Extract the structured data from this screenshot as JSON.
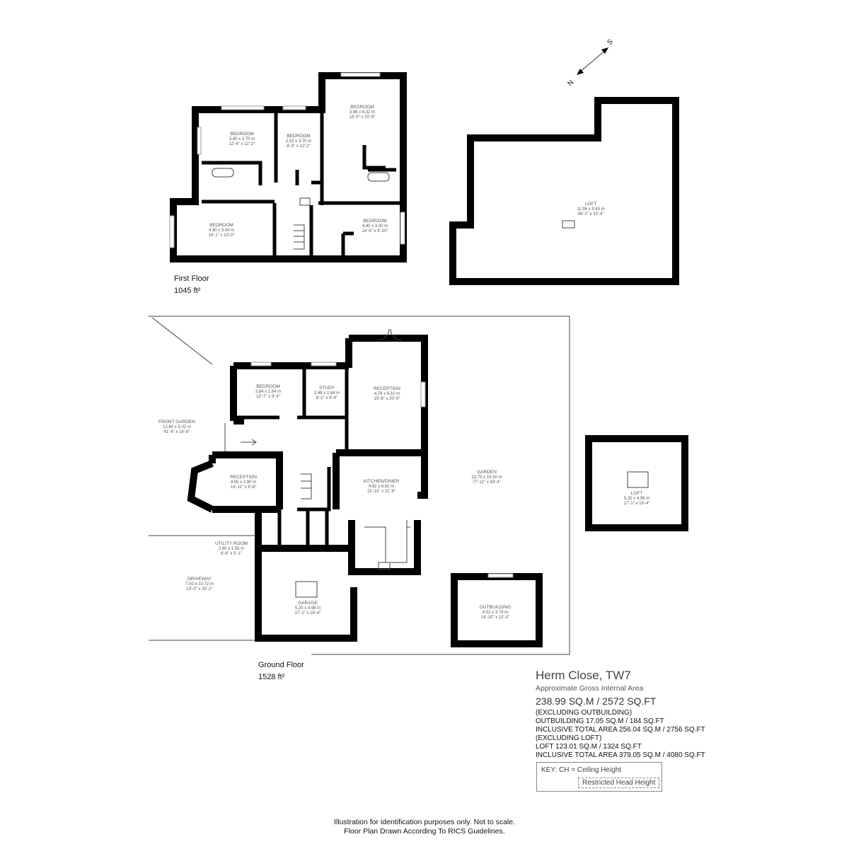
{
  "compass": {
    "n": "N",
    "s": "S"
  },
  "first_floor": {
    "label": "First Floor",
    "area": "1045 ft²",
    "rooms": [
      {
        "name": "BEDROOM",
        "metric": "3.80 x 3.70 m",
        "imperial": "12'-6\" x 12'-2\""
      },
      {
        "name": "BEDROOM",
        "metric": "2.52 x 3.70 m",
        "imperial": "8'-3\" x 12'-2\""
      },
      {
        "name": "BEDROOM",
        "metric": "3.96 x 6.32 m",
        "imperial": "13'-0\" x 20'-9\""
      },
      {
        "name": "BEDROOM",
        "metric": "4.90 x 3.04 m",
        "imperial": "16'-1\" x 10'-0\""
      },
      {
        "name": "BEDROOM",
        "metric": "4.40 x 3.00 m",
        "imperial": "14'-5\" x 9'-10\""
      }
    ]
  },
  "loft_main": {
    "name": "LOFT",
    "metric": "11.96 x 9.85 m",
    "imperial": "39'-3\" x 32'-4\""
  },
  "ground_floor": {
    "label": "Ground Floor",
    "area": "1528 ft²",
    "rooms": [
      {
        "name": "BEDROOM",
        "metric": "3.84 x 2.84 m",
        "imperial": "12'-7\" x 9'-4\""
      },
      {
        "name": "STUDY",
        "metric": "2.48 x 2.84 m",
        "imperial": "8'-2\" x 9'-4\""
      },
      {
        "name": "RECEPTION",
        "metric": "4.78 x 6.10 m",
        "imperial": "15'-8\" x 20'-0\""
      },
      {
        "name": "FRONT GARDEN",
        "metric": "12.60 x  5.02 m",
        "imperial": "41'-4\" x  16'-6\""
      },
      {
        "name": "RECEPTION",
        "metric": "4.55 x 2.90 m",
        "imperial": "14'-11\" x 9'-6\""
      },
      {
        "name": "KITCHEN/DINER",
        "metric": "4.82 x 6.62 m",
        "imperial": "15'-10\" x 21'-9\""
      },
      {
        "name": "GARDEN",
        "metric": "23.75 x  19.30 m",
        "imperial": "77'-11\" x  63'-4\""
      },
      {
        "name": "UTILITY ROOM",
        "metric": "2.60 x 1.55 m",
        "imperial": "8'-6\" x 5'-1\""
      },
      {
        "name": "DRIVEWAY",
        "metric": "7.00 x  10.72 m",
        "imperial": "23'-0\" x  35'-2\""
      },
      {
        "name": "GARAGE",
        "metric": "5.20 x 4.98 m",
        "imperial": "17'-1\" x 16'-4\""
      },
      {
        "name": "OUTBUILDING",
        "metric": "4.52 x 3.74 m",
        "imperial": "14'-10\" x 12'-3\""
      }
    ]
  },
  "loft_small": {
    "name": "LOFT",
    "metric": "5.20 x 4.98 m",
    "imperial": "17'-1\" x 16'-4\""
  },
  "info": {
    "title": "Herm Close, TW7",
    "subtitle": "Approximate Gross Internal Area",
    "area": "238.99 SQ.M / 2572 SQ.FT",
    "lines": [
      "(EXCLUDING OUTBUILDING)",
      "OUTBUILDING  17.05 SQ.M / 184 SQ.FT",
      "INCLUSIVE TOTAL AREA 256.04 SQ.M / 2756 SQ.FT",
      "(EXCLUDING LOFT)",
      "LOFT  123.01 SQ.M / 1324 SQ.FT",
      "INCLUSIVE TOTAL AREA 379.05 SQ.M / 4080 SQ.FT"
    ]
  },
  "key": {
    "ceiling": "KEY: CH = Ceiling Height",
    "restricted": "Restricted Head Height"
  },
  "footer": {
    "line1": "Illustration for identification purposes only. Not to scale.",
    "line2": "Floor Plan Drawn According To RICS Guidelines."
  }
}
